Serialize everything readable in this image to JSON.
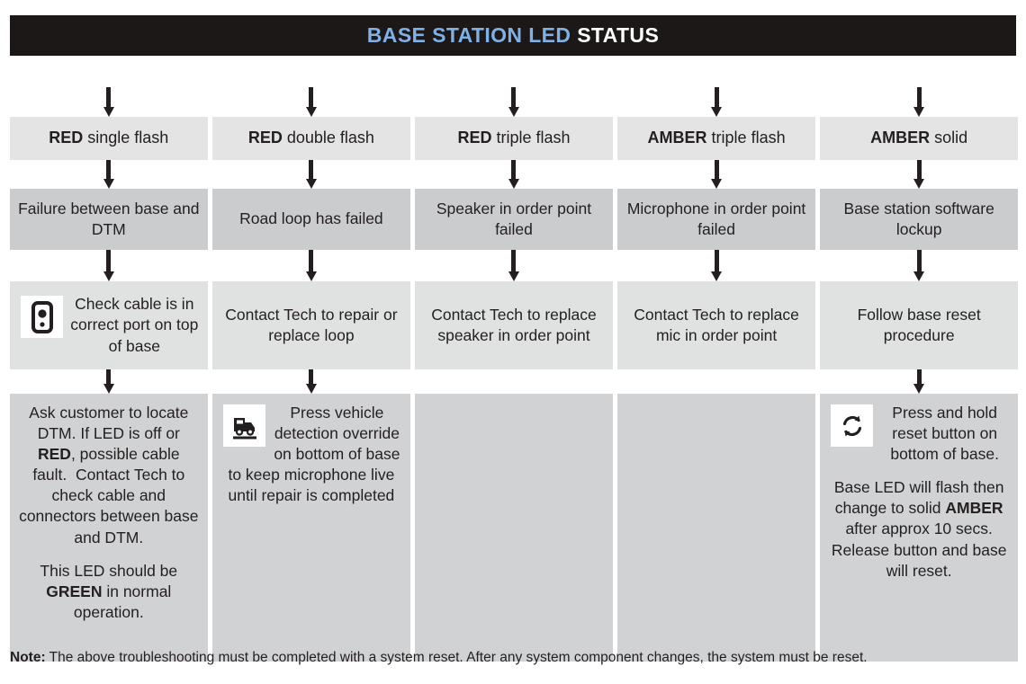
{
  "header": {
    "title_highlight": "BASE STATION LED",
    "title_rest": " STATUS",
    "bg_color": "#1c1817",
    "highlight_color": "#7fb0e6",
    "rest_color": "#ffffff"
  },
  "columns": [
    {
      "led_status_bold": "RED",
      "led_status_rest": " single flash",
      "fault": "Failure between base and DTM",
      "action_bold": "",
      "action": "Check cable is in correct port on top of base",
      "action_icon": "device-port-icon",
      "detail_icon": "",
      "detail_paragraphs": [
        "Ask customer to locate DTM. If LED is off or RED, possible cable fault.  Contact Tech to check cable and connectors between base and DTM.",
        "This LED should be GREEN in normal operation."
      ],
      "detail_keywords": [
        "RED",
        "GREEN"
      ]
    },
    {
      "led_status_bold": "RED",
      "led_status_rest": " double flash",
      "fault": "Road loop has failed",
      "action": "Contact Tech to repair or replace loop",
      "action_icon": "",
      "detail_icon": "vehicle-detection-icon",
      "detail_paragraphs": [
        "Press vehicle detection override on bottom of base to keep microphone live until repair is completed"
      ],
      "detail_keywords": []
    },
    {
      "led_status_bold": "RED",
      "led_status_rest": " triple flash",
      "fault": "Speaker in order point failed",
      "action": "Contact Tech to replace speaker in order point",
      "action_icon": "",
      "detail_icon": "",
      "detail_paragraphs": [],
      "detail_keywords": []
    },
    {
      "led_status_bold": "AMBER",
      "led_status_rest": " triple flash",
      "fault": "Microphone in order point failed",
      "action": "Contact Tech to replace mic in order point",
      "action_icon": "",
      "detail_icon": "",
      "detail_paragraphs": [],
      "detail_keywords": []
    },
    {
      "led_status_bold": "AMBER",
      "led_status_rest": " solid",
      "fault": "Base station software lockup",
      "action": "Follow base reset procedure",
      "action_icon": "",
      "detail_icon": "reset-refresh-icon",
      "detail_paragraphs": [
        "Press and hold reset button on bottom of base.",
        "Base LED will flash then change to solid AMBER after approx 10 secs. Release button and base will reset."
      ],
      "detail_keywords": [
        "AMBER"
      ]
    }
  ],
  "note": {
    "label": "Note:",
    "text": " The above troubleshooting must be completed with a system reset. After any system component changes, the system must be reset."
  },
  "colors": {
    "row1_bg": "#e4e4e4",
    "row2_bg": "#cbcccd",
    "row3_bg": "#e0e1e1",
    "row4_bg": "#d1d2d3",
    "text": "#231f20",
    "arrow": "#231f20"
  }
}
